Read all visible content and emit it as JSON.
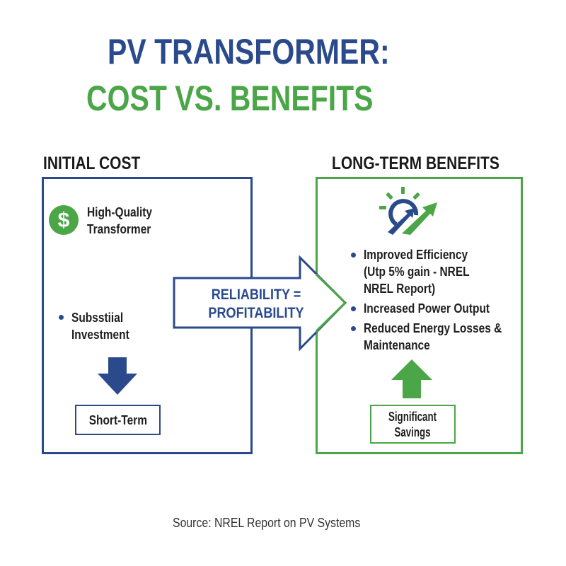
{
  "title": {
    "line1": "PV TRANSFORMER:",
    "line2": "COST VS. BENEFITS"
  },
  "colors": {
    "primary_blue": "#2a4a8c",
    "accent_green": "#4aa647",
    "text_dark": "#1a1a1a"
  },
  "left_panel": {
    "heading": "INITIAL COST",
    "icon": "dollar-circle-icon",
    "item_line1": "High-Quality",
    "item_line2": "Transformer",
    "bullet_line1": "Subsstiial",
    "bullet_line2": "Investment",
    "arrow_icon": "down-arrow-icon",
    "label": "Short-Term"
  },
  "center_arrow": {
    "line1": "RELIABILITY =",
    "line2": "PROFITABILITY"
  },
  "right_panel": {
    "heading": "LONG-TERM BENEFITS",
    "icon": "sun-growth-arrow-icon",
    "bullets": [
      {
        "lines": [
          "Improved Efficiency",
          "(Utp 5% gain - NREL",
          "NREL Report)"
        ]
      },
      {
        "lines": [
          "Increased Power Output"
        ]
      },
      {
        "lines": [
          "Reduced Energy Losses &",
          "Maintenance"
        ]
      }
    ],
    "arrow_icon": "up-arrow-icon",
    "label_line1": "Significant",
    "label_line2": "Savings"
  },
  "footer": {
    "source": "Source: NREL Report on PV Systems"
  }
}
